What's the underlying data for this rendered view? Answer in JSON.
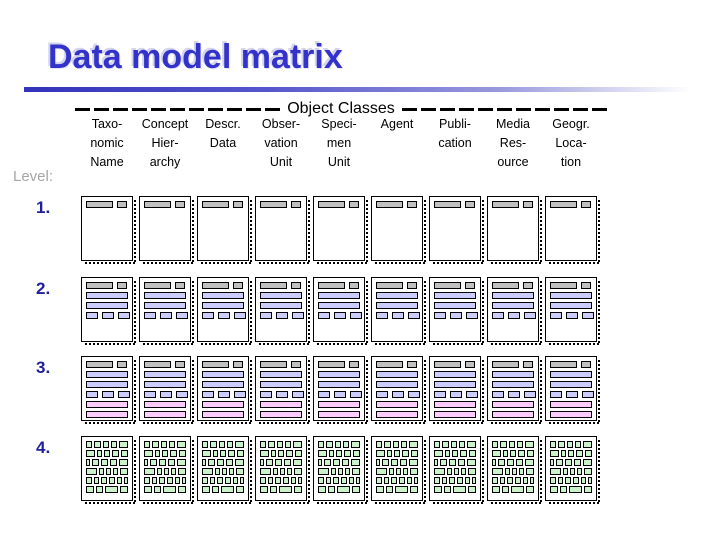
{
  "slide": {
    "title": "Data model matrix",
    "axis_label": "Object Classes",
    "level_label": "Level:"
  },
  "columns": [
    {
      "id": "taxonomic-name",
      "lines": [
        "Taxo-",
        "nomic",
        "Name"
      ]
    },
    {
      "id": "concept-hierarchy",
      "lines": [
        "Concept",
        "Hier-",
        "archy"
      ]
    },
    {
      "id": "descriptive-data",
      "lines": [
        "Descr.",
        "Data"
      ]
    },
    {
      "id": "observation-unit",
      "lines": [
        "Obser-",
        "vation",
        "Unit"
      ]
    },
    {
      "id": "specimen-unit",
      "lines": [
        "Speci-",
        "men",
        "Unit"
      ]
    },
    {
      "id": "agent",
      "lines": [
        "Agent"
      ]
    },
    {
      "id": "publication",
      "lines": [
        "Publi-",
        "cation"
      ]
    },
    {
      "id": "media-resource",
      "lines": [
        "Media",
        "Res-",
        "ource"
      ]
    },
    {
      "id": "geographic-location",
      "lines": [
        "Geogr.",
        "Loca-",
        "tion"
      ]
    }
  ],
  "rows": [
    {
      "label": "1.",
      "content": {
        "gray_header": true,
        "blue_bars": 0,
        "blue_smalls": 0,
        "pink_bars": 0,
        "green_grid": false
      }
    },
    {
      "label": "2.",
      "content": {
        "gray_header": true,
        "blue_bars": 2,
        "blue_smalls": 3,
        "pink_bars": 0,
        "green_grid": false
      }
    },
    {
      "label": "3.",
      "content": {
        "gray_header": true,
        "blue_bars": 2,
        "blue_smalls": 3,
        "pink_bars": 2,
        "green_grid": false
      }
    },
    {
      "label": "4.",
      "content": {
        "gray_header": false,
        "blue_bars": 0,
        "blue_smalls": 0,
        "pink_bars": 0,
        "green_grid": true
      }
    }
  ],
  "green_grid_pattern": [
    [
      2,
      2,
      2,
      2,
      3
    ],
    [
      3,
      1,
      2,
      2,
      2
    ],
    [
      1,
      2,
      2,
      2,
      3
    ],
    [
      3,
      1,
      1,
      1,
      2
    ],
    [
      2,
      2,
      2,
      2,
      2,
      1
    ],
    [
      2,
      2,
      4,
      2
    ]
  ],
  "colors": {
    "title": "#3333CC",
    "row_number": "#1F1F99",
    "level_label": "#A6A6A6",
    "box_border": "#000000",
    "gray_bar": "#C0C0C0",
    "blue_bar": "#CCCCFF",
    "pink_bar": "#FFCCFF",
    "green_cell": "#CCF2CC"
  }
}
